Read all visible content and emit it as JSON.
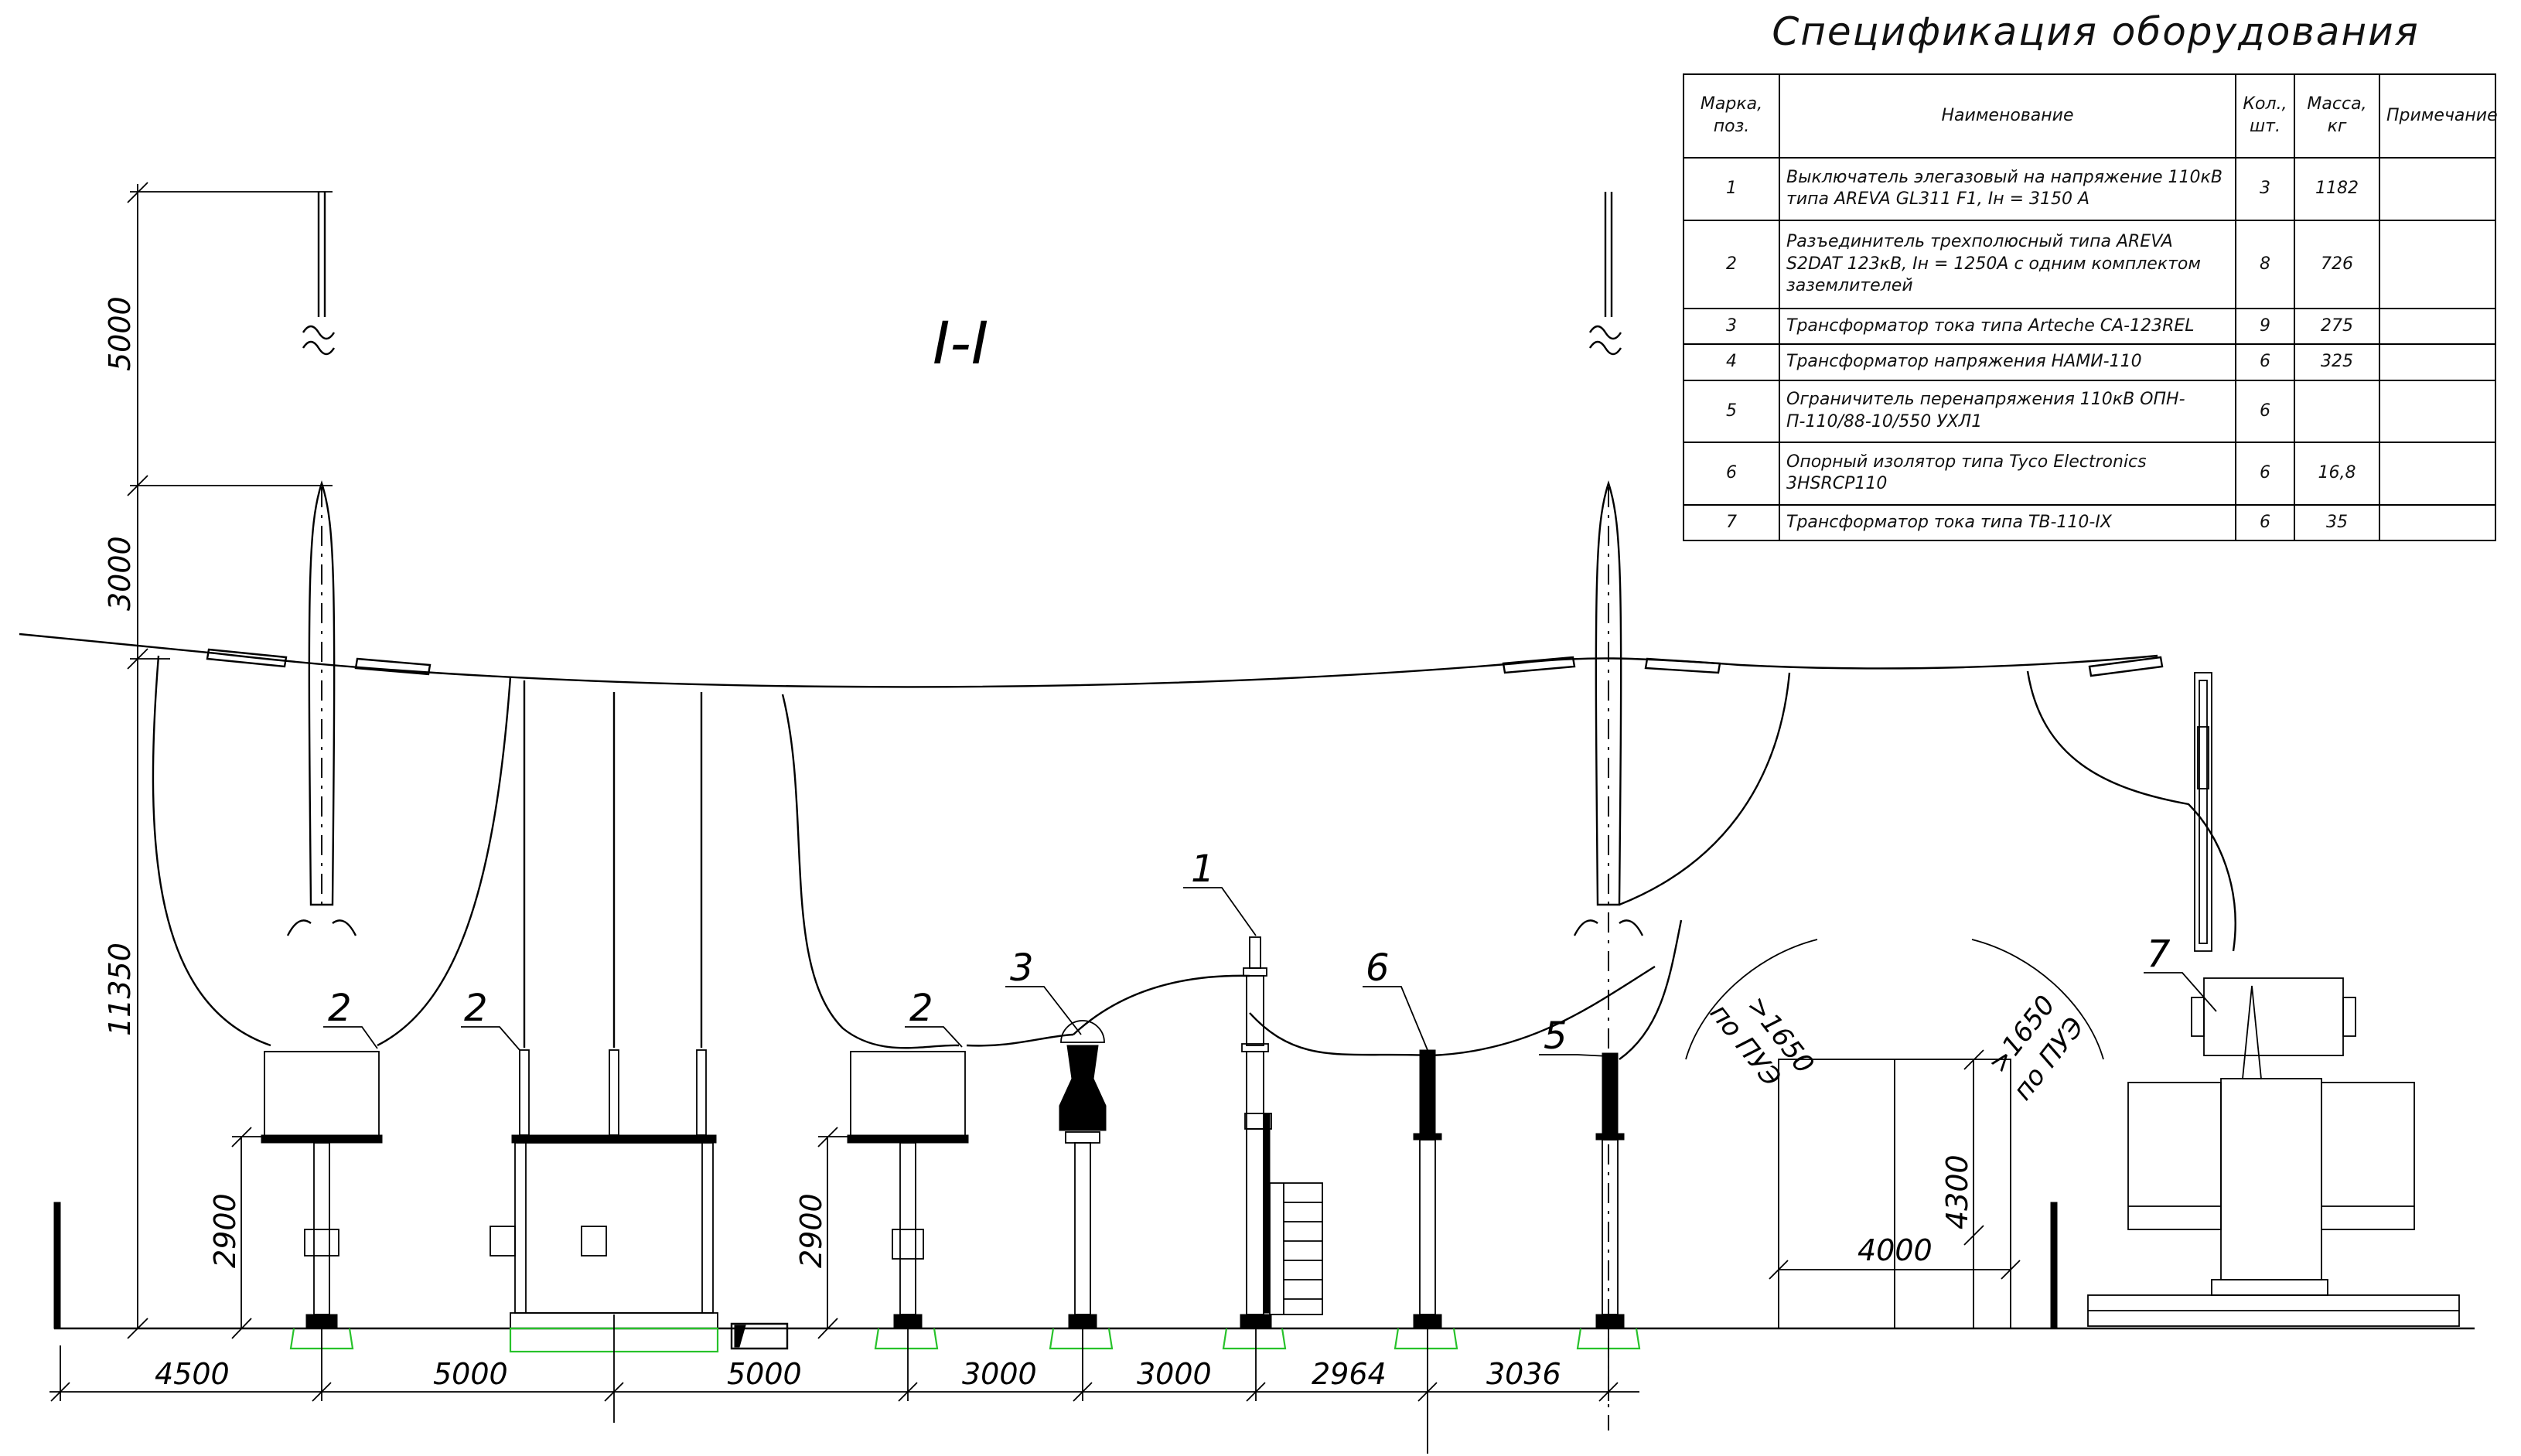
{
  "section_label": "I-I",
  "spec": {
    "title": "Спецификация оборудования",
    "headers": {
      "mark": "Марка, поз.",
      "name": "Наименование",
      "qty": "Кол., шт.",
      "mass": "Масса, кг",
      "note": "Примечание"
    },
    "rows": [
      {
        "pos": "1",
        "name": "Выключатель элегазовый на напряжение 110кВ типа AREVA GL311 F1, Iн = 3150 А",
        "qty": "3",
        "mass": "1182",
        "note": ""
      },
      {
        "pos": "2",
        "name": "Разъединитель трехполюсный типа AREVA S2DAT 123кВ, Iн = 1250А с одним комплектом заземлителей",
        "qty": "8",
        "mass": "726",
        "note": ""
      },
      {
        "pos": "3",
        "name": "Трансформатор тока типа Arteche CA-123REL",
        "qty": "9",
        "mass": "275",
        "note": ""
      },
      {
        "pos": "4",
        "name": "Трансформатор напряжения НАМИ-110",
        "qty": "6",
        "mass": "325",
        "note": ""
      },
      {
        "pos": "5",
        "name": "Ограничитель перенапряжения 110кВ ОПН-П-110/88-10/550 УХЛ1",
        "qty": "6",
        "mass": "",
        "note": ""
      },
      {
        "pos": "6",
        "name": "Опорный изолятор типа Tyco Electronics 3HSRCP110",
        "qty": "6",
        "mass": "16,8",
        "note": ""
      },
      {
        "pos": "7",
        "name": "Трансформатор тока типа ТВ-110-IX",
        "qty": "6",
        "mass": "35",
        "note": ""
      }
    ]
  },
  "dims": {
    "vertical": [
      "5000",
      "3000",
      "11350",
      "2900",
      "2900",
      "4300"
    ],
    "horizontal": [
      "4500",
      "5000",
      "5000",
      "3000",
      "3000",
      "2964",
      "3036"
    ],
    "building_width": "4000",
    "clearance_left": ">1650",
    "clearance_right": ">1650",
    "clearance_note": "по ПУЭ"
  },
  "positions": [
    "2",
    "2",
    "2",
    "3",
    "1",
    "6",
    "5",
    "7"
  ]
}
